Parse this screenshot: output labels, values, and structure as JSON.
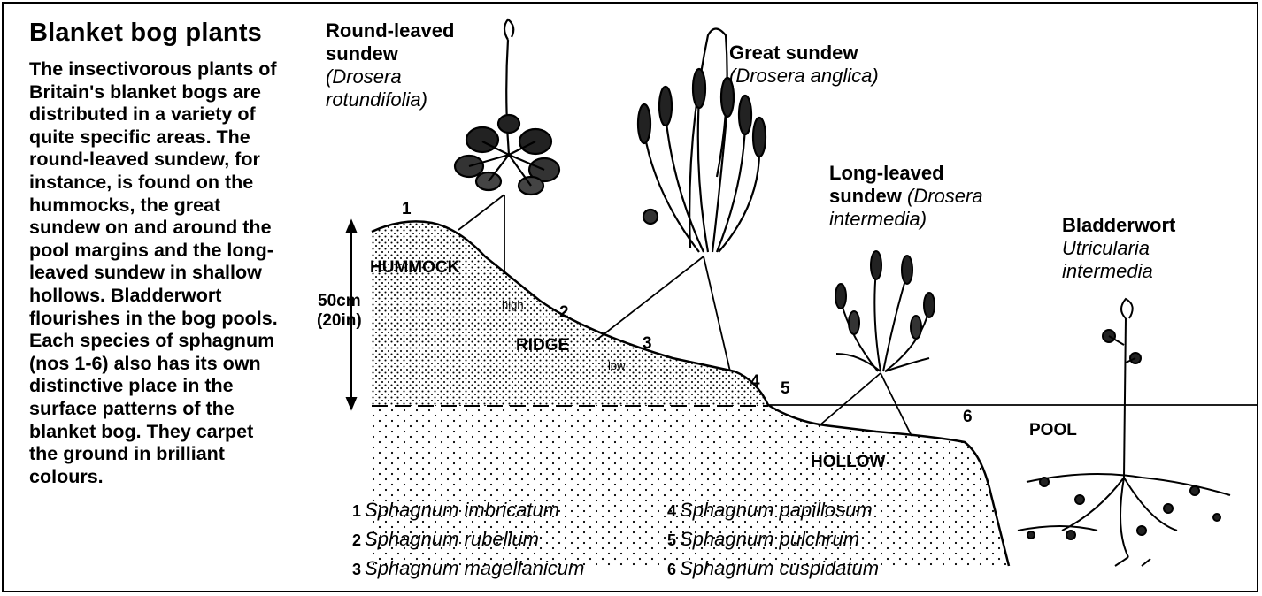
{
  "title": "Blanket bog plants",
  "description": "The insectivorous plants of Britain's blanket bogs are distributed in a variety of quite specific areas. The round-leaved sundew, for instance, is found on the hummocks, the great sundew on and around the pool margins and the long-leaved sundew in shallow hollows. Bladderwort flourishes in the bog pools. Each species of sphagnum (nos 1-6) also has its own distinctive place in the surface patterns of the blanket bog. They carpet the ground in brilliant colours.",
  "plants": {
    "round_leaved": {
      "name_1": "Round-leaved",
      "name_2": "sundew",
      "latin_1": "(Drosera",
      "latin_2": "rotundifolia)"
    },
    "great": {
      "name": "Great sundew",
      "latin": "(Drosera anglica)"
    },
    "long_leaved": {
      "name_1": "Long-leaved",
      "name_2": "sundew",
      "latin_1": "(Drosera",
      "latin_2": "intermedia)"
    },
    "bladderwort": {
      "name": "Bladderwort",
      "latin_1": "Utricularia",
      "latin_2": "intermedia"
    }
  },
  "zones": {
    "hummock": "HUMMOCK",
    "ridge": "RIDGE",
    "hollow": "HOLLOW",
    "pool": "POOL",
    "high": "high",
    "low": "low"
  },
  "height_scale": {
    "metric": "50cm",
    "imperial": "(20in)"
  },
  "sphagnum": [
    {
      "num": "1",
      "name": "Sphagnum imbricatum"
    },
    {
      "num": "2",
      "name": "Sphagnum rubellum"
    },
    {
      "num": "3",
      "name": "Sphagnum magellanicum"
    },
    {
      "num": "4",
      "name": "Sphagnum papillosum"
    },
    {
      "num": "5",
      "name": "Sphagnum pulchrum"
    },
    {
      "num": "6",
      "name": "Sphagnum cuspidatum"
    }
  ],
  "markers": [
    "1",
    "2",
    "3",
    "4",
    "5",
    "6"
  ]
}
